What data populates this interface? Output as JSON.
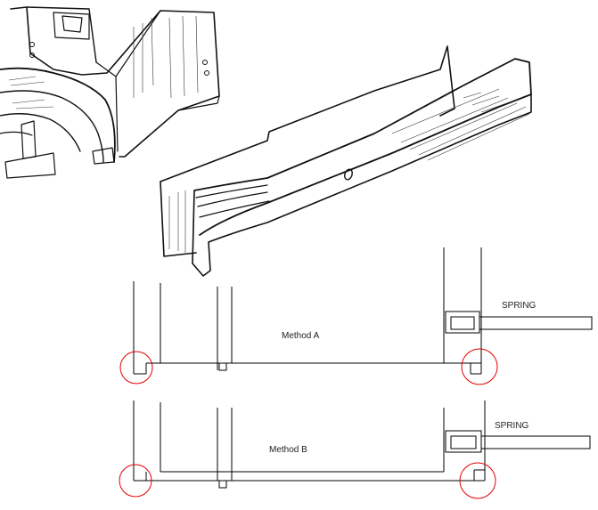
{
  "diagram": {
    "method_a": {
      "label": "Method A",
      "spring_label": "SPRING"
    },
    "method_b": {
      "label": "Method B",
      "spring_label": "SPRING"
    },
    "colors": {
      "line": "#000000",
      "highlight_circle": "#e00000"
    }
  }
}
